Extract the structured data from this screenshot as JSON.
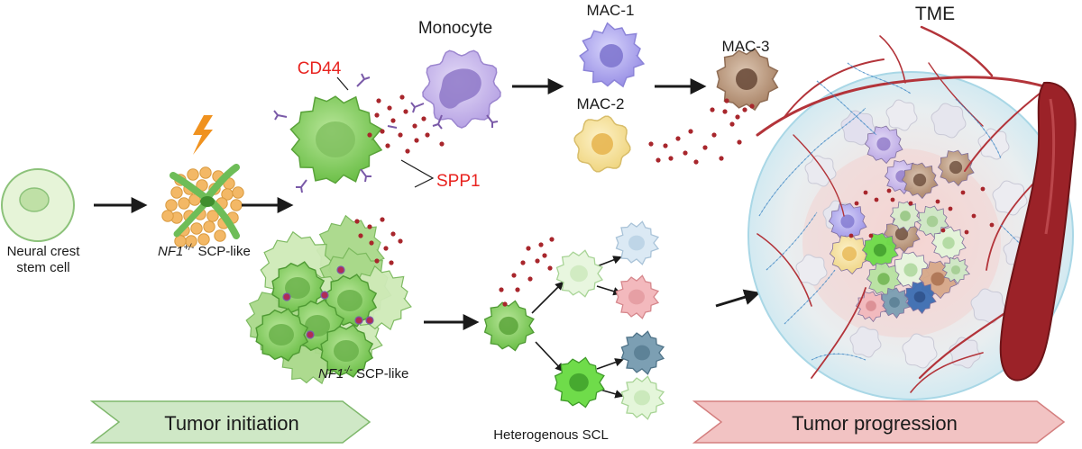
{
  "labels": {
    "neural_crest": [
      "Neural crest",
      "stem cell"
    ],
    "nf1_het": {
      "gene": "NF1",
      "sup": "+/-",
      "rest": " SCP-like"
    },
    "nf1_null": {
      "gene": "NF1",
      "sup": "-/-",
      "rest": " SCP-like"
    },
    "cd44": "CD44",
    "spp1": "SPP1",
    "monocyte": "Monocyte",
    "mac1": "MAC-1",
    "mac2": "MAC-2",
    "mac3": "MAC-3",
    "tme": "TME",
    "heterogenous": "Heterogenous SCL"
  },
  "banners": {
    "initiation": "Tumor initiation",
    "progression": "Tumor progression"
  },
  "colors": {
    "scp_green": "#8fd16a",
    "monocyte_purple": "#c9b8ea",
    "mac1_purple": "#b6aef0",
    "mac2_yellow": "#f6e3a0",
    "mac3_brown": "#b8967c",
    "spp1_red": "#a8262c",
    "label_red": "#e8231f",
    "initiation_banner": "#cfe8c6",
    "progression_banner": "#f2c3c3",
    "vessel": "#8f1d22"
  }
}
